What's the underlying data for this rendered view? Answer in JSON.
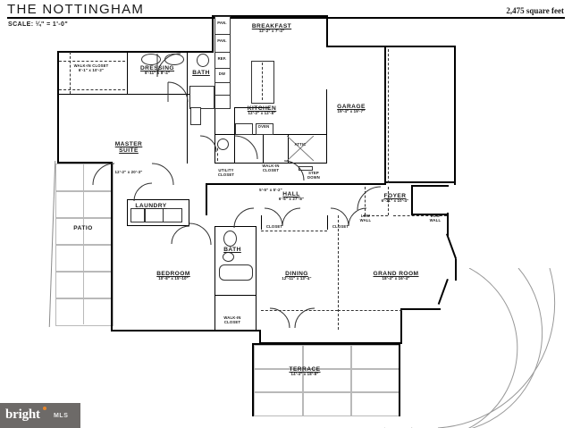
{
  "title_block": {
    "plan_title": "THE NOTTINGHAM",
    "scale": "SCALE: ¼\" = 1'-0\"",
    "square_feet": "2,475 square feet"
  },
  "rooms": [
    {
      "key": "walk_in_closet_master",
      "name": "WALK-IN\nCLOSET",
      "dim": "6'-1\" x 10'-2\""
    },
    {
      "key": "dressing",
      "name": "DRESSING",
      "dim": "6'-11\" x 8'-4\""
    },
    {
      "key": "bath_master",
      "name": "BATH",
      "dim": ""
    },
    {
      "key": "master_suite",
      "name": "MASTER\nSUITE",
      "dim": "12'-2\" x 20'-3\""
    },
    {
      "key": "breakfast",
      "name": "BREAKFAST",
      "dim": "12'-2\" x 7'-4\""
    },
    {
      "key": "kitchen",
      "name": "KITCHEN",
      "dim": "12'-2\" x 12'-8\""
    },
    {
      "key": "garage",
      "name": "GARAGE",
      "dim": "19'-4\" x 19'-7\""
    },
    {
      "key": "utility_closet",
      "name": "UTILITY\nCLOSET",
      "dim": ""
    },
    {
      "key": "walk_in_closet_hall",
      "name": "WALK-IN\nCLOSET",
      "dim": "5'-5\" x 5'-2\""
    },
    {
      "key": "attic",
      "name": "ATTIC",
      "dim": ""
    },
    {
      "key": "step_down",
      "name": "STEP\nDOWN",
      "dim": ""
    },
    {
      "key": "hall",
      "name": "HALL",
      "dim": "6'-6\" x 27'-8\""
    },
    {
      "key": "foyer",
      "name": "FOYER",
      "dim": "6'-11\" x 10'-4\""
    },
    {
      "key": "laundry",
      "name": "LAUNDRY",
      "dim": ""
    },
    {
      "key": "bath_hall",
      "name": "BATH",
      "dim": ""
    },
    {
      "key": "bedroom",
      "name": "BEDROOM",
      "dim": "10'-8\" x 15'-10\""
    },
    {
      "key": "walk_in_closet_bedroom",
      "name": "WALK-IN\nCLOSET",
      "dim": ""
    },
    {
      "key": "dining",
      "name": "DINING",
      "dim": "12'-11\" x 13'-4\""
    },
    {
      "key": "grand_room",
      "name": "GRAND ROOM",
      "dim": "18'-4\" x 16'-4\""
    },
    {
      "key": "patio",
      "name": "PATIO",
      "dim": ""
    },
    {
      "key": "terrace",
      "name": "TERRACE",
      "dim": "14'-4\" x 18'-8\""
    }
  ],
  "annotations": {
    "pantry_upper": "PAN.",
    "pantry_lower": "PAN.",
    "refrigerator": "REF.",
    "dishwasher": "DW",
    "oven": "OVEN",
    "closet_left": "CLOSET",
    "closet_right": "CLOSET",
    "low_wall_left": "LOW\nWALL",
    "low_wall_right": "LOW\nWALL"
  },
  "watermark": {
    "brand": "bright",
    "suffix": "MLS"
  },
  "colors": {
    "wall": "#000000",
    "line": "#2b2b2b",
    "grid": "#b9b9b9",
    "watermark_bg": "#6d6a68",
    "watermark_dot": "#e8862b"
  }
}
